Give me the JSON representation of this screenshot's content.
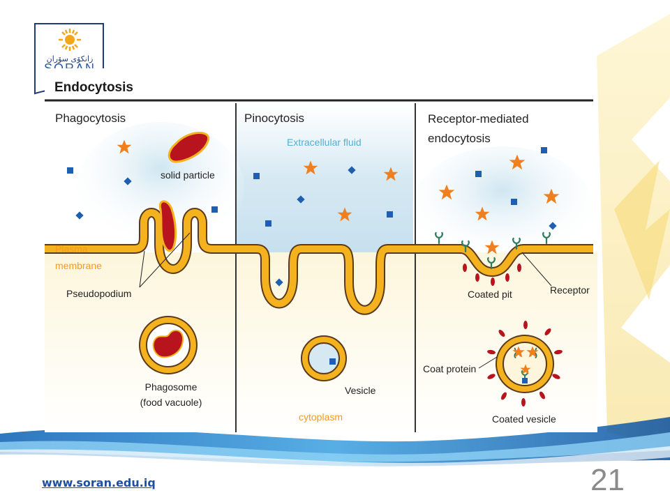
{
  "logo": {
    "kurdish_text": "زانكۆى سۆران",
    "latin_text": "SORAN"
  },
  "diagram": {
    "title": "Endocytosis",
    "panels": [
      {
        "heading": "Phagocytosis"
      },
      {
        "heading": "Pinocytosis"
      },
      {
        "heading_line1": "Receptor-mediated",
        "heading_line2": "endocytosis"
      }
    ],
    "labels": {
      "solid_particle": "solid particle",
      "plasma_membrane_line1": "Plasma",
      "plasma_membrane_line2": "membrane",
      "pseudopodium": "Pseudopodium",
      "phagosome_line1": "Phagosome",
      "phagosome_line2": "(food vacuole)",
      "extracellular_fluid": "Extracellular fluid",
      "vesicle": "Vesicle",
      "cytoplasm": "cytoplasm",
      "coated_pit": "Coated pit",
      "receptor": "Receptor",
      "coat_protein": "Coat protein",
      "coated_vesicle": "Coated vesicle"
    },
    "colors": {
      "membrane": "#f5b21f",
      "membrane_edge": "#5a3a1a",
      "particle": "#b8141e",
      "molecule_star": "#f07f1f",
      "molecule_square": "#1e5fb0",
      "receptor": "#2f7d5e",
      "coat": "#b8141e",
      "fluid_label": "#4fb0d6",
      "orange_label": "#f59a1f"
    }
  },
  "footer": {
    "url": "www.soran.edu.iq",
    "page_number": "21"
  }
}
